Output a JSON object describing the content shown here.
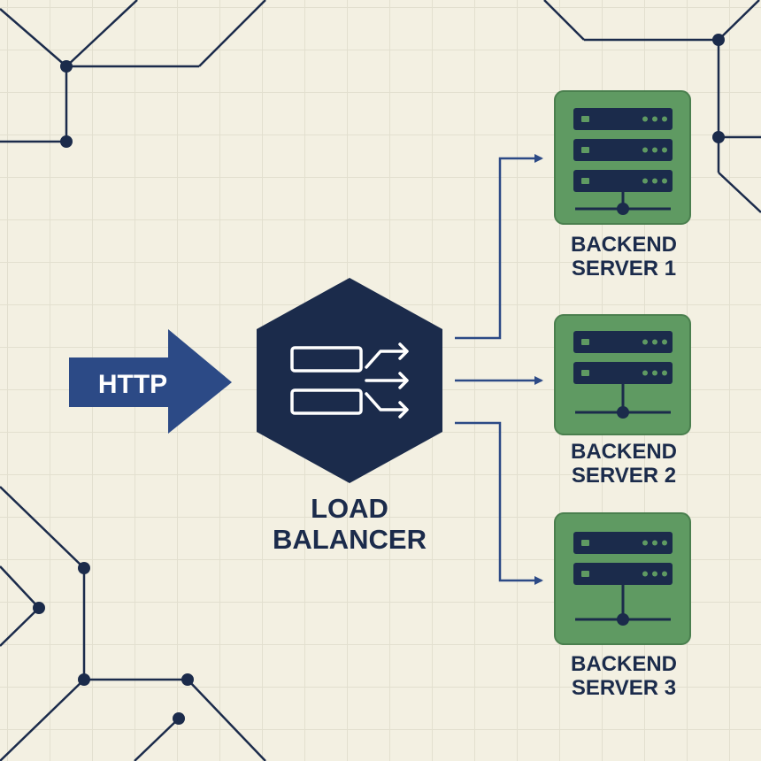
{
  "input": {
    "label": "HTTP"
  },
  "load_balancer": {
    "label_line1": "LOAD",
    "label_line2": "BALANCER"
  },
  "servers": [
    {
      "label_line1": "BACKEND",
      "label_line2": "SERVER 1"
    },
    {
      "label_line1": "BACKEND",
      "label_line2": "SERVER 2"
    },
    {
      "label_line1": "BACKEND",
      "label_line2": "SERVER 3"
    }
  ],
  "colors": {
    "navy": "#1b2b4b",
    "arrow_blue": "#2c4a86",
    "server_green": "#5f9a62",
    "server_border": "#4a7f4e",
    "background": "#f3f0e2",
    "circuit": "#1b2b4b"
  }
}
